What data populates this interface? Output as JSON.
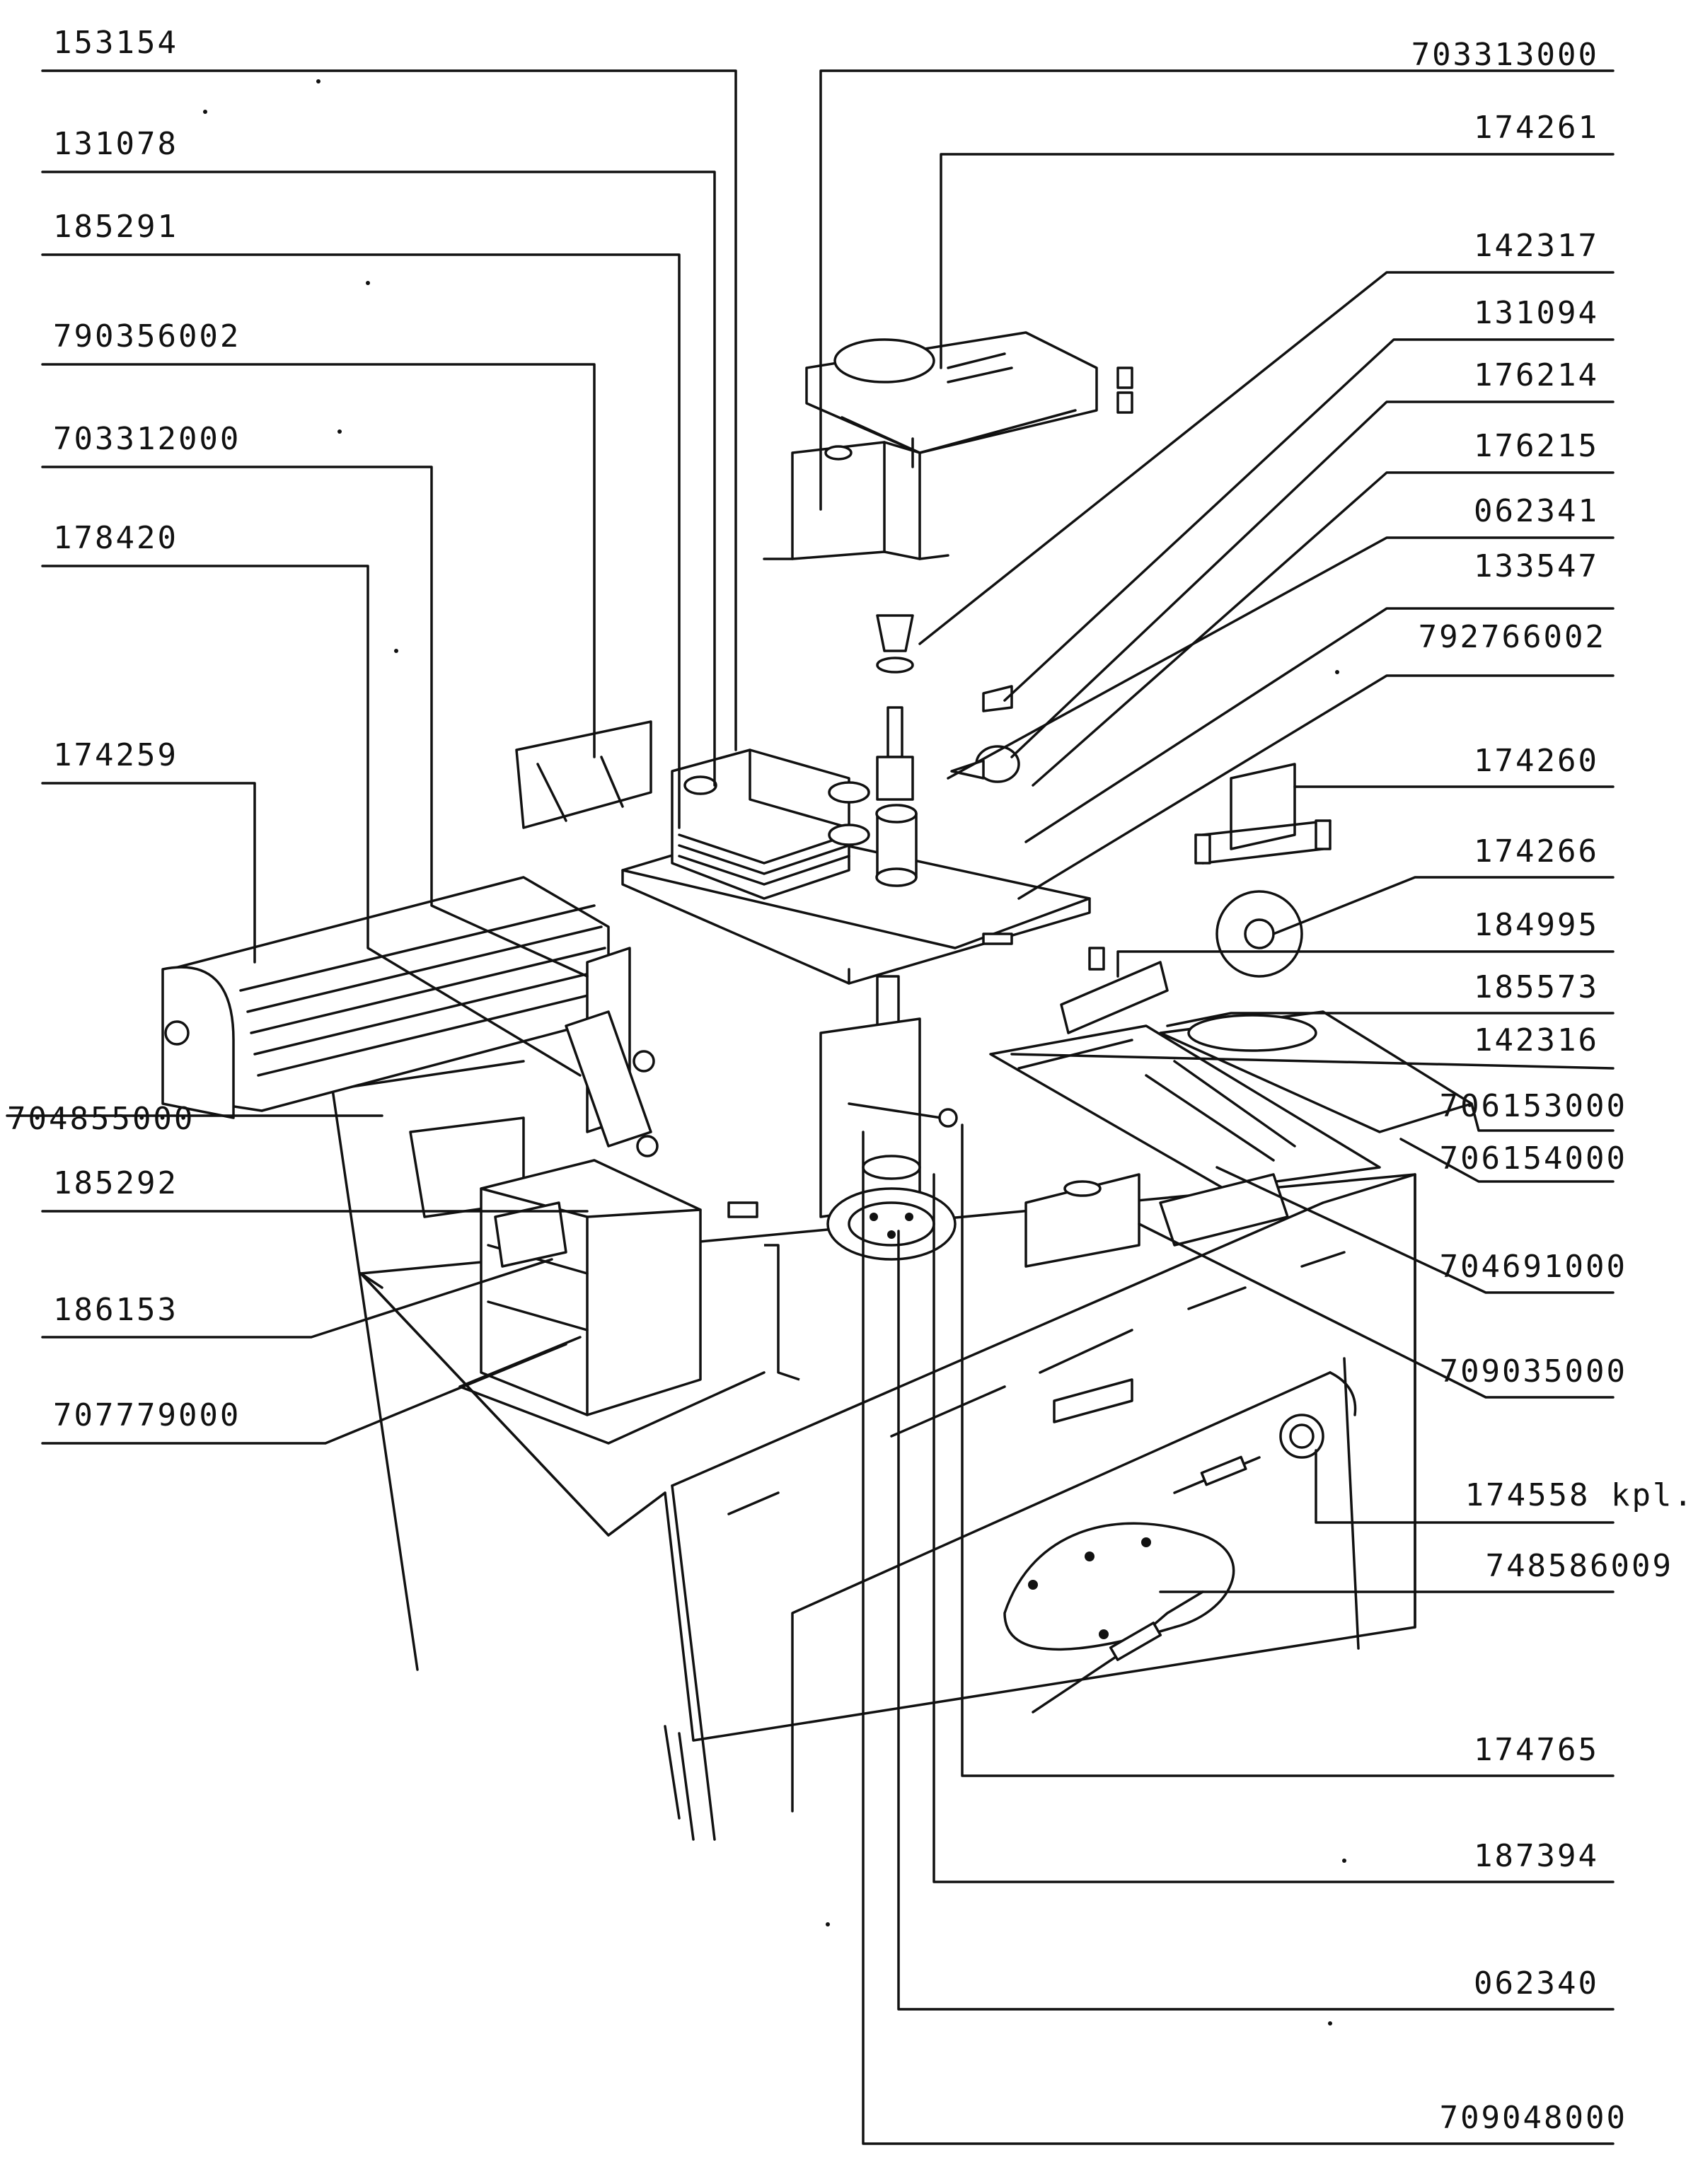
{
  "labels_left": [
    "153154",
    "131078",
    "185291",
    "790356002",
    "703312000",
    "178420",
    "174259",
    "704855000",
    "185292",
    "186153",
    "707779000"
  ],
  "labels_right": [
    "703313000",
    "174261",
    "142317",
    "131094",
    "176214",
    "176215",
    "062341",
    "133547",
    "792766002",
    "174260",
    "174266",
    "184995",
    "185573",
    "142316",
    "706153000",
    "706154000",
    "704691000",
    "709035000",
    "174558 kpl.",
    "748586009",
    "174765",
    "187394",
    "062340",
    "709048000"
  ]
}
